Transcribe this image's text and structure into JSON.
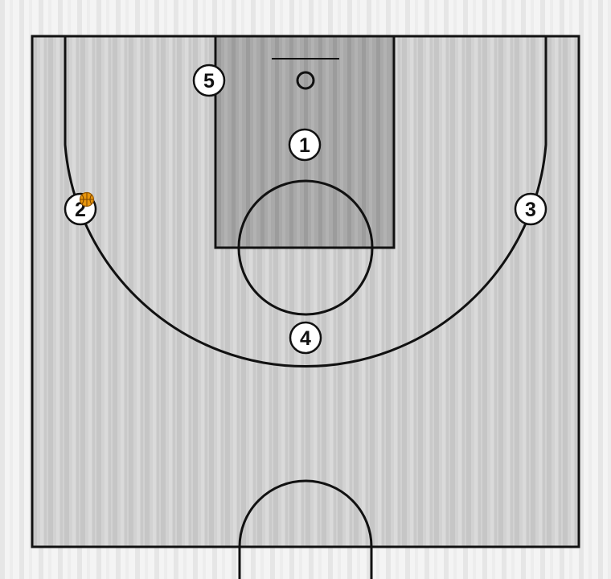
{
  "colors": {
    "background": "#f2f2f2",
    "court_floor": "#cfcfcf",
    "paint": "#a6a6a6",
    "lines": "#111111",
    "player_fill": "#ffffff",
    "ball": "#e8960c"
  },
  "players": [
    {
      "id": "1",
      "label": "1"
    },
    {
      "id": "2",
      "label": "2",
      "has_ball": true
    },
    {
      "id": "3",
      "label": "3"
    },
    {
      "id": "4",
      "label": "4"
    },
    {
      "id": "5",
      "label": "5"
    }
  ],
  "icons": {
    "ball": "basketball-icon"
  }
}
